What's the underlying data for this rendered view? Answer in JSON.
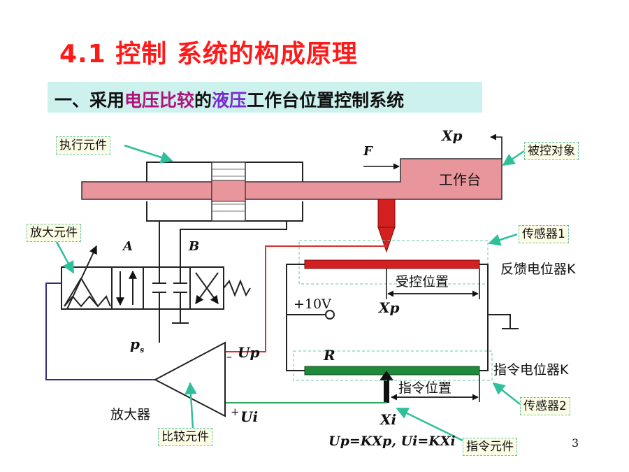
{
  "title": "4.1 控制 系统的构成原理",
  "subtitle": {
    "part1": "一、采用",
    "highlight1": "电压比较",
    "part2": "的",
    "highlight2": "液压",
    "part3": "工作台位置控制系统"
  },
  "labels": {
    "actuator": "执行元件",
    "controlled_object": "被控对象",
    "amplifier_element": "放大元件",
    "sensor1": "传感器1",
    "sensor2": "传感器2",
    "compare_element": "比较元件",
    "command_element": "指令元件"
  },
  "diagram_text": {
    "force": "F",
    "xp_top": "Xp",
    "worktable": "工作台",
    "port_a": "A",
    "port_b": "B",
    "ps": "p",
    "ps_sub": "s",
    "feedback_pot": "反馈电位器K",
    "controlled_position": "受控位置",
    "voltage": "+10V",
    "xp_mid": "Xp",
    "minus_sign": "–",
    "up": "Up",
    "r": "R",
    "command_pot": "指令电位器K",
    "command_position": "指令位置",
    "amplifier": "放大器",
    "plus_sign": "+",
    "ui": "Ui",
    "xi": "Xi",
    "formula": "Up=KXp, Ui=KXi"
  },
  "page_number": "3",
  "colors": {
    "title": "#ff1a1a",
    "subtitle_bg": "#cdf2ee",
    "table_pink": "#e9959c",
    "feedback_bar": "#d42020",
    "command_bar": "#1f8a3a",
    "signal_red": "#d93030",
    "signal_green": "#2aa860",
    "signal_navy": "#3a2a7a",
    "callout_arrow": "#2fbf9a"
  }
}
